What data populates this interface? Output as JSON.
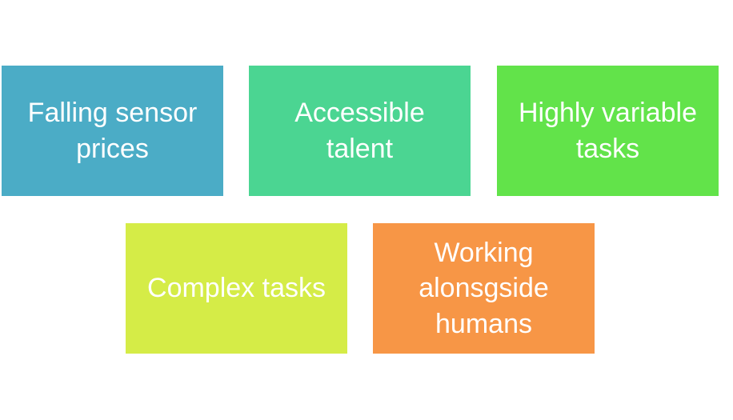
{
  "boxes": [
    {
      "lines": [
        "Falling sensor",
        "prices"
      ],
      "color": "#4BACC6"
    },
    {
      "lines": [
        "Accessible",
        "talent"
      ],
      "color": "#4BD592"
    },
    {
      "lines": [
        "Highly variable",
        "tasks"
      ],
      "color": "#62E34A"
    },
    {
      "lines": [
        "Complex tasks"
      ],
      "color": "#D5EC47"
    },
    {
      "lines": [
        "Working",
        "alonsgside",
        "humans"
      ],
      "color": "#F79646"
    }
  ]
}
